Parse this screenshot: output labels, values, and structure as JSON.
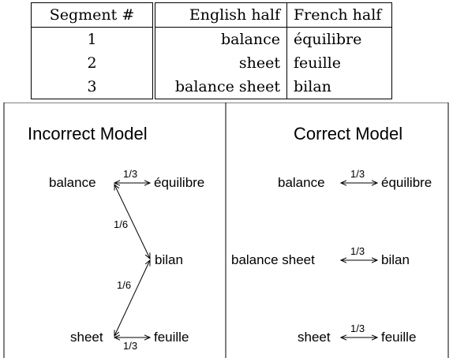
{
  "table": {
    "headers": [
      "Segment #",
      "English half",
      "French half"
    ],
    "rows": [
      [
        "1",
        "balance",
        "équilibre"
      ],
      [
        "2",
        "sheet",
        "feuille"
      ],
      [
        "3",
        "balance sheet",
        "bilan"
      ]
    ]
  },
  "incorrect_model": {
    "title": "Incorrect Model",
    "nodes": {
      "balance": "balance",
      "equilibre": "équilibre",
      "bilan": "bilan",
      "sheet": "sheet",
      "feuille": "feuille"
    },
    "edges": {
      "balance_equilibre": "1/3",
      "balance_bilan": "1/6",
      "bilan_sheet": "1/6",
      "sheet_feuille": "1/3"
    }
  },
  "correct_model": {
    "title": "Correct Model",
    "nodes": {
      "balance": "balance",
      "equilibre": "équilibre",
      "balance_sheet": "balance sheet",
      "bilan": "bilan",
      "sheet": "sheet",
      "feuille": "feuille"
    },
    "edges": {
      "balance_equilibre": "1/3",
      "balance_sheet_bilan": "1/3",
      "sheet_feuille": "1/3"
    }
  }
}
